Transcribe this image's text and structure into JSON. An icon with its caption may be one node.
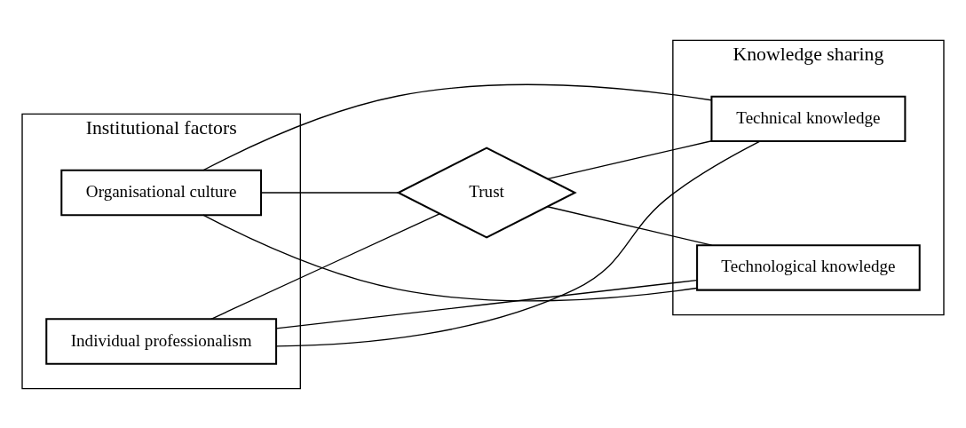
{
  "diagram": {
    "nodes": [
      {
        "text": [
          "Institutional factors"
        ]
      },
      {
        "text": [
          "Organisational culture"
        ],
        "in": 0
      },
      {
        "text": [
          "Individual professionalism"
        ],
        "in": 0
      },
      {
        "text": [
          "Knowledge sharing"
        ]
      },
      {
        "text": [
          "Technical knowledge"
        ],
        "in": 3
      },
      {
        "text": [
          "Technological knowledge"
        ],
        "in": 3
      },
      {
        "text": [
          "Trust"
        ]
      }
    ],
    "edges": [
      {
        "from": 1,
        "to": 4,
        "arrow": "none"
      },
      {
        "from": 1,
        "to": 6,
        "arrow": "none"
      },
      {
        "from": 6,
        "to": 4,
        "arrow": "none"
      },
      {
        "from": 2,
        "to": 6,
        "arrow": "none"
      },
      {
        "from": 6,
        "to": 5,
        "arrow": "none"
      },
      {
        "from": 2,
        "to": 5,
        "arrow": "none"
      },
      {
        "from": 4,
        "to": 2,
        "arrow": "none"
      },
      {
        "from": 5,
        "to": 1,
        "arrow": "none"
      }
    ]
  }
}
